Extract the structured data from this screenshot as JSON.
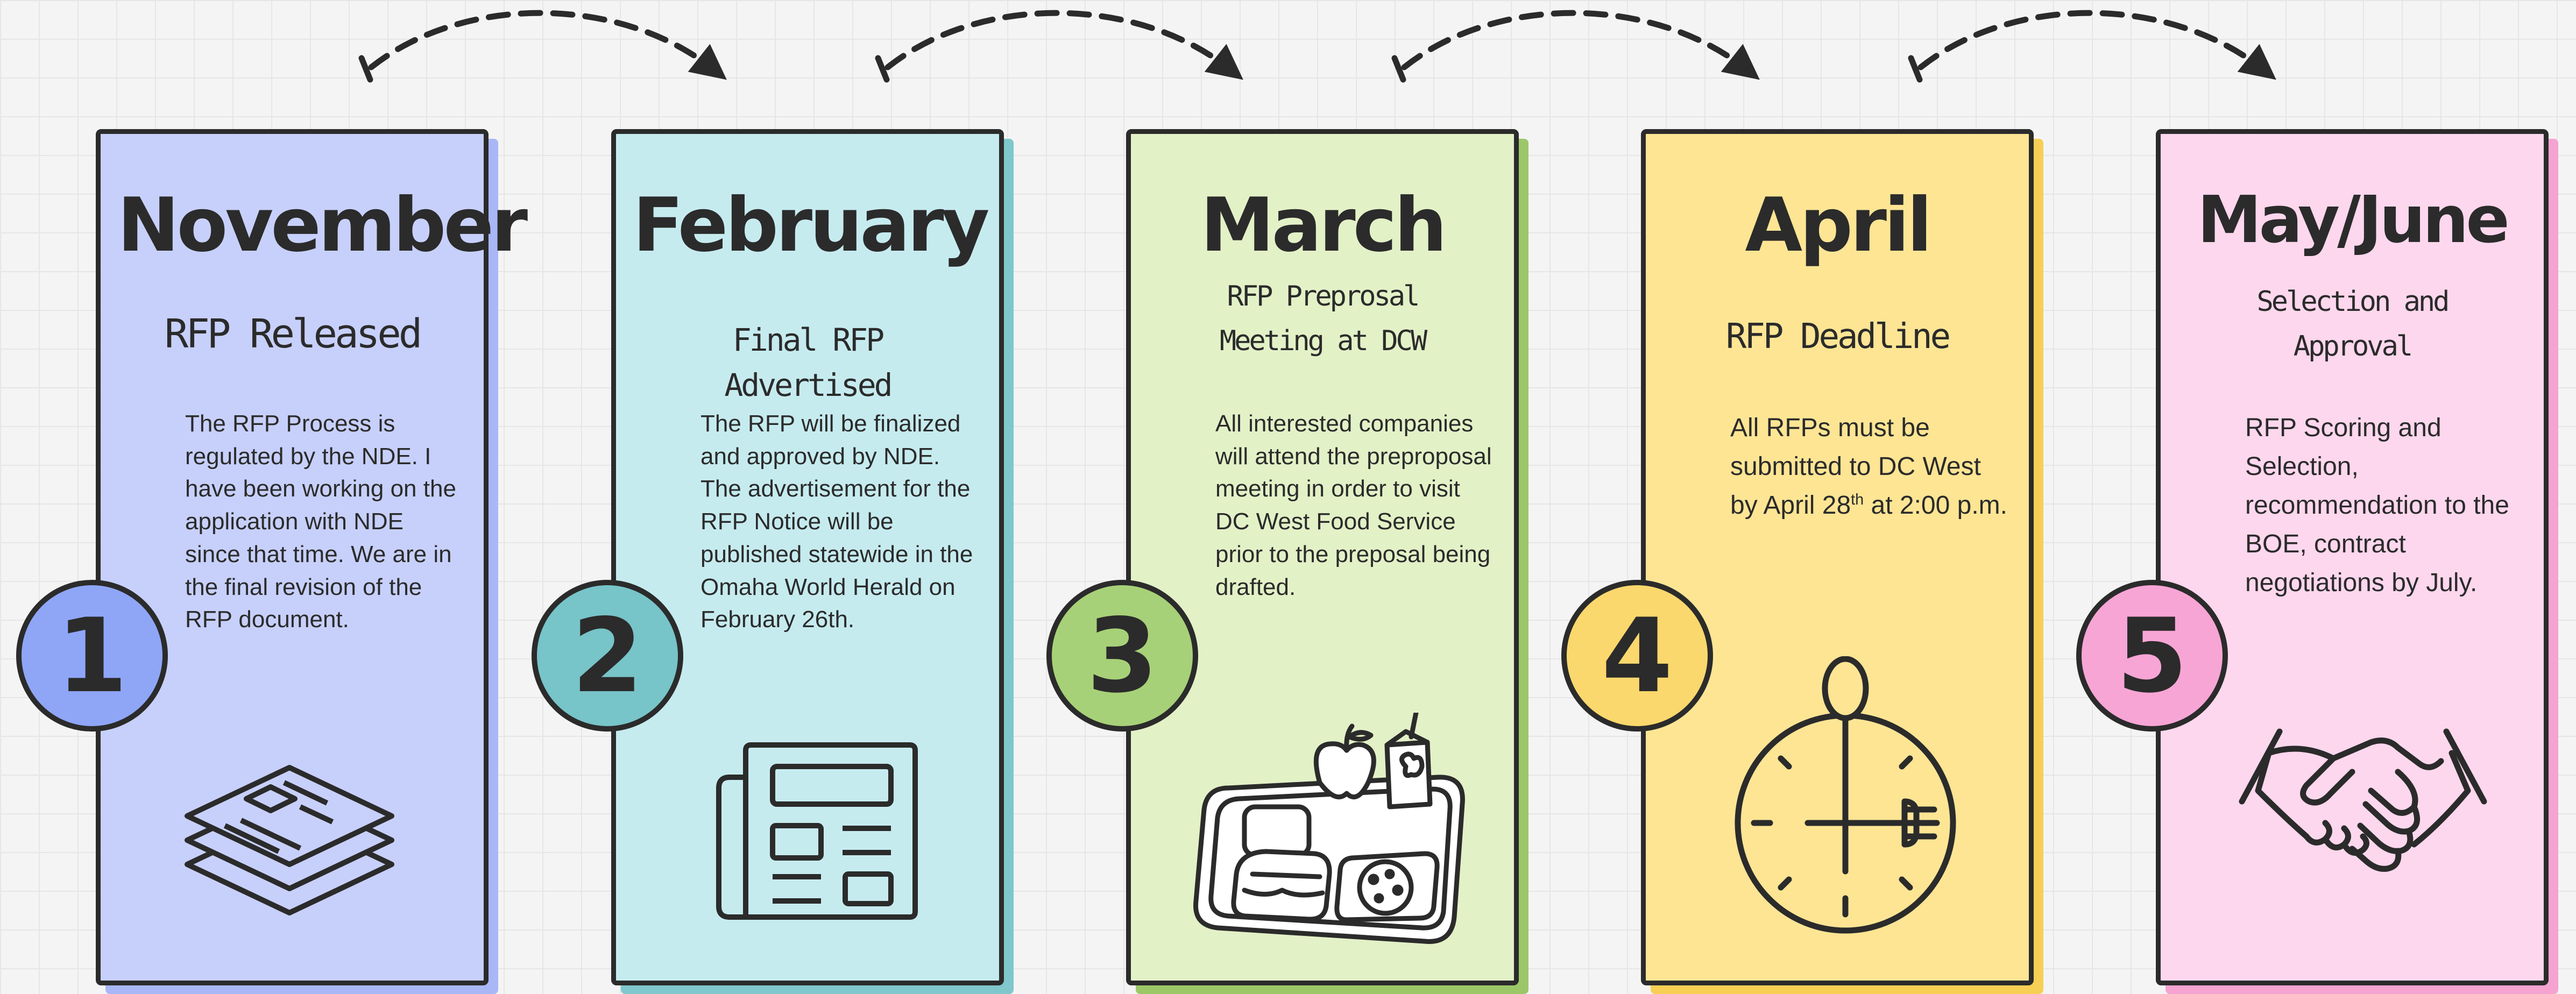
{
  "colors": {
    "outline": "#2b2b2b",
    "card_1": "#c7d0fb",
    "card_1_shadow": "#a9b7f6",
    "badge_1": "#8fa6f7",
    "card_2": "#c6ebef",
    "card_2_shadow": "#7fc7cc",
    "badge_2": "#77c4c9",
    "card_3": "#e3f1c7",
    "card_3_shadow": "#9cc769",
    "badge_3": "#a7d178",
    "card_4": "#fde594",
    "card_4_shadow": "#f7cf55",
    "badge_4": "#fbd86d",
    "card_5": "#fdd7ed",
    "card_5_shadow": "#f5a3d0",
    "badge_5": "#f7a5d5"
  },
  "steps": [
    {
      "number": "1",
      "month": "November",
      "subtitle_line1": "RFP Released",
      "subtitle_line2": "",
      "body": "The RFP Process is regulated by the NDE. I have been working on the application with NDE since that time. We are in the final revision of the RFP document.",
      "icon": "stacked-documents-icon"
    },
    {
      "number": "2",
      "month": "February",
      "subtitle_line1": "Final RFP Advertised",
      "subtitle_line2": "",
      "body": "The RFP will be finalized and approved by NDE. The advertisement for the RFP Notice will be published statewide in the Omaha World Herald on February 26th.",
      "icon": "newspaper-icon"
    },
    {
      "number": "3",
      "month": "March",
      "subtitle_line1": "RFP Preprosal",
      "subtitle_line2": "Meeting at DCW",
      "body": "All interested companies will attend the preproposal meeting in order to visit DC West Food Service prior to the preposal being drafted.",
      "icon": "lunch-tray-icon"
    },
    {
      "number": "4",
      "month": "April",
      "subtitle_line1": "RFP Deadline",
      "subtitle_line2": "",
      "body_before": "All RFPs must be submitted to DC West by April 28",
      "body_sup": "th",
      "body_after": " at 2:00 p.m.",
      "icon": "clock-spoon-fork-icon"
    },
    {
      "number": "5",
      "month": "May/June",
      "subtitle_line1": "Selection and",
      "subtitle_line2": "Approval",
      "body": "RFP Scoring and Selection, recommendation to the BOE, contract negotiations by July.",
      "icon": "handshake-icon"
    }
  ]
}
